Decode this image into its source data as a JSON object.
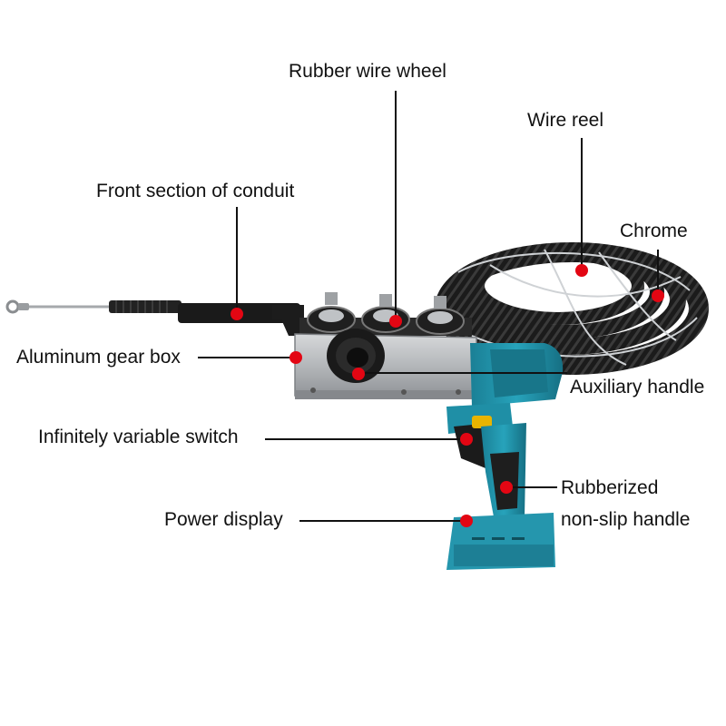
{
  "labels": {
    "rubber_wire_wheel": "Rubber wire wheel",
    "wire_reel": "Wire reel",
    "front_section_of_conduit": "Front section of conduit",
    "chrome": "Chrome",
    "aluminum_gear_box": "Aluminum gear box",
    "auxiliary_handle": "Auxiliary handle",
    "infinitely_variable_switch": "Infinitely variable switch",
    "rubberized_line1": "Rubberized",
    "rubberized_line2": "non-slip handle",
    "power_display": "Power display"
  },
  "colors": {
    "marker": "#e30613",
    "leader": "#111111",
    "tool_body": "#1f8fa6",
    "gearbox": "#b9bcbf",
    "reel_wire": "#1c1c1c"
  }
}
